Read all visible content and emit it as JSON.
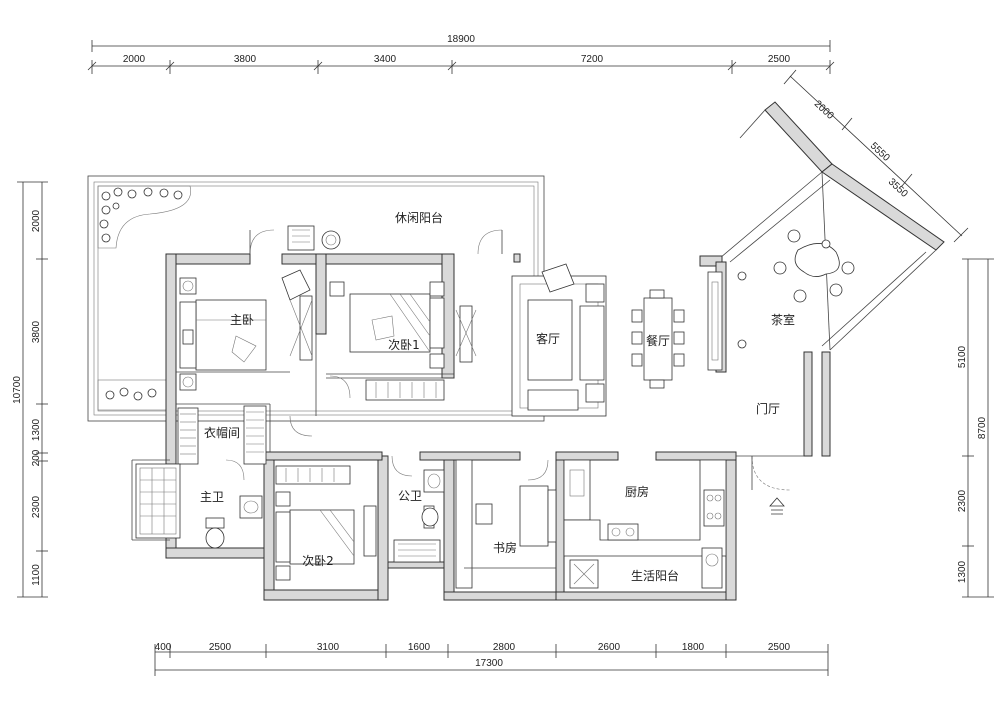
{
  "plan": {
    "overall_top": "18900",
    "overall_bottom": "17300",
    "overall_left": "10700",
    "top_dims": [
      "2000",
      "3800",
      "3400",
      "7200",
      "2500"
    ],
    "bottom_dims": [
      "400",
      "2500",
      "3100",
      "1600",
      "2800",
      "2600",
      "1800",
      "2500"
    ],
    "left_dims": [
      "2000",
      "3800",
      "1300",
      "200",
      "2300",
      "1100"
    ],
    "right_outer_dim": "8700",
    "right_dims": [
      "5100",
      "2300",
      "1300"
    ],
    "diag_dims": [
      "2000",
      "5550",
      "3550"
    ],
    "rooms": {
      "leisure_balcony": "休闲阳台",
      "master_bedroom": "主卧",
      "second_bedroom_1": "次卧1",
      "living_room": "客厅",
      "dining_room": "餐厅",
      "tea_room": "茶室",
      "foyer": "门厅",
      "cloakroom": "衣帽间",
      "master_bath": "主卫",
      "second_bedroom_2": "次卧2",
      "public_bath": "公卫",
      "study": "书房",
      "kitchen": "厨房",
      "utility_balcony": "生活阳台"
    }
  }
}
